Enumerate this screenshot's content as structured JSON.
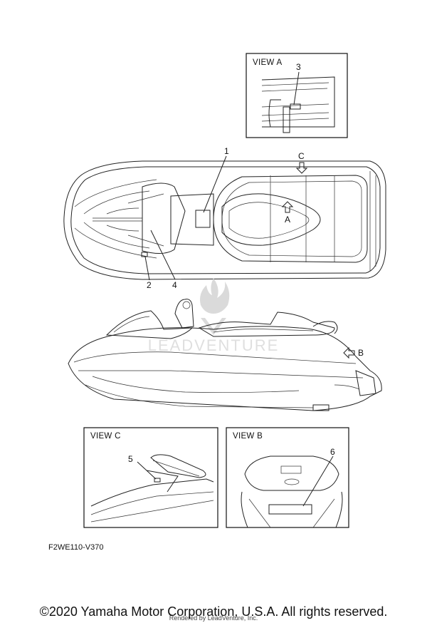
{
  "views": {
    "view_a": "VIEW A",
    "view_b": "VIEW B",
    "view_c": "VIEW C"
  },
  "callouts": {
    "n1": "1",
    "n2": "2",
    "n3": "3",
    "n4": "4",
    "n5": "5",
    "n6": "6",
    "arrow_a": "A",
    "arrow_b": "B",
    "arrow_c": "C"
  },
  "part_code": "F2WE110-V370",
  "watermark": "LEADVENTURE",
  "footer": {
    "copyright": "©2020 Yamaha Motor Corporation, U.S.A. All rights reserved.",
    "rendered_by": "Rendered by LeadVenture, Inc."
  }
}
